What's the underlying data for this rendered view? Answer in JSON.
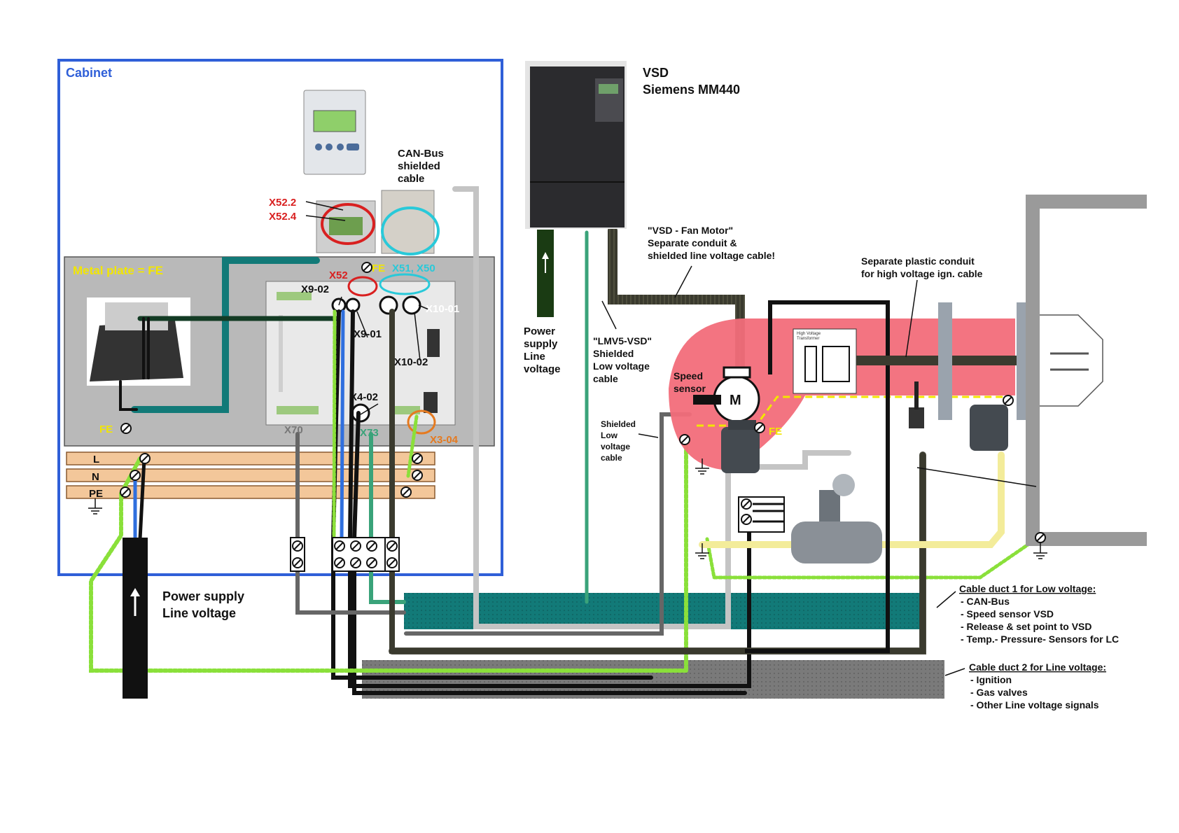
{
  "cabinet": {
    "title": "Cabinet",
    "border_color": "#2f5fd8"
  },
  "metal_plate": {
    "label": "Metal plate = FE",
    "label_color": "#f2e600"
  },
  "can_bus": {
    "line1": "CAN-Bus",
    "line2": "shielded",
    "line3": "cable"
  },
  "terminals": {
    "x52_2": "X52.2",
    "x52_4": "X52.4",
    "x52": "X52",
    "x51_x50": "X51, X50",
    "x9_02": "X9-02",
    "x9_01": "X9-01",
    "x10_01": "X10-01",
    "x10_02": "X10-02",
    "x4_02": "X4-02",
    "x70": "X70",
    "x73": "X73",
    "x3_04": "X3-04"
  },
  "fe_labels": {
    "fe_top": "FE",
    "fe_left": "FE",
    "fe_motor": "FE"
  },
  "busbars": {
    "l": "L",
    "n": "N",
    "pe": "PE"
  },
  "power_supply_left": {
    "line1": "Power supply",
    "line2": "Line voltage"
  },
  "vsd": {
    "line1": "VSD",
    "line2": "Siemens MM440"
  },
  "power_supply_vsd": {
    "line1": "Power",
    "line2": "supply",
    "line3": "Line",
    "line4": "voltage"
  },
  "lmv5_vsd": {
    "line1": "\"LMV5-VSD\"",
    "line2": "Shielded",
    "line3": "Low voltage",
    "line4": "cable"
  },
  "vsd_fan": {
    "line1": "\"VSD - Fan Motor\"",
    "line2": "Separate conduit &",
    "line3": "shielded line voltage cable!"
  },
  "plastic_conduit": {
    "line1": "Separate plastic conduit",
    "line2": "for high voltage ign. cable"
  },
  "speed_sensor": {
    "line1": "Speed",
    "line2": "sensor"
  },
  "motor": {
    "label": "M"
  },
  "shielded_low": {
    "line1": "Shielded",
    "line2": "Low",
    "line3": "voltage",
    "line4": "cable"
  },
  "transformer": {
    "line1": "High Voltage",
    "line2": "Transformer"
  },
  "duct1": {
    "title": "Cable duct 1 for Low voltage:",
    "items": [
      "- CAN-Bus",
      "- Speed sensor VSD",
      "- Release & set point to VSD",
      "- Temp.- Pressure- Sensors for LC"
    ],
    "color": "#127a78"
  },
  "duct2": {
    "title": "Cable duct 2 for Line voltage:",
    "items": [
      "- Ignition",
      "- Gas valves",
      "- Other Line voltage signals"
    ],
    "color": "#7a7a7a"
  }
}
